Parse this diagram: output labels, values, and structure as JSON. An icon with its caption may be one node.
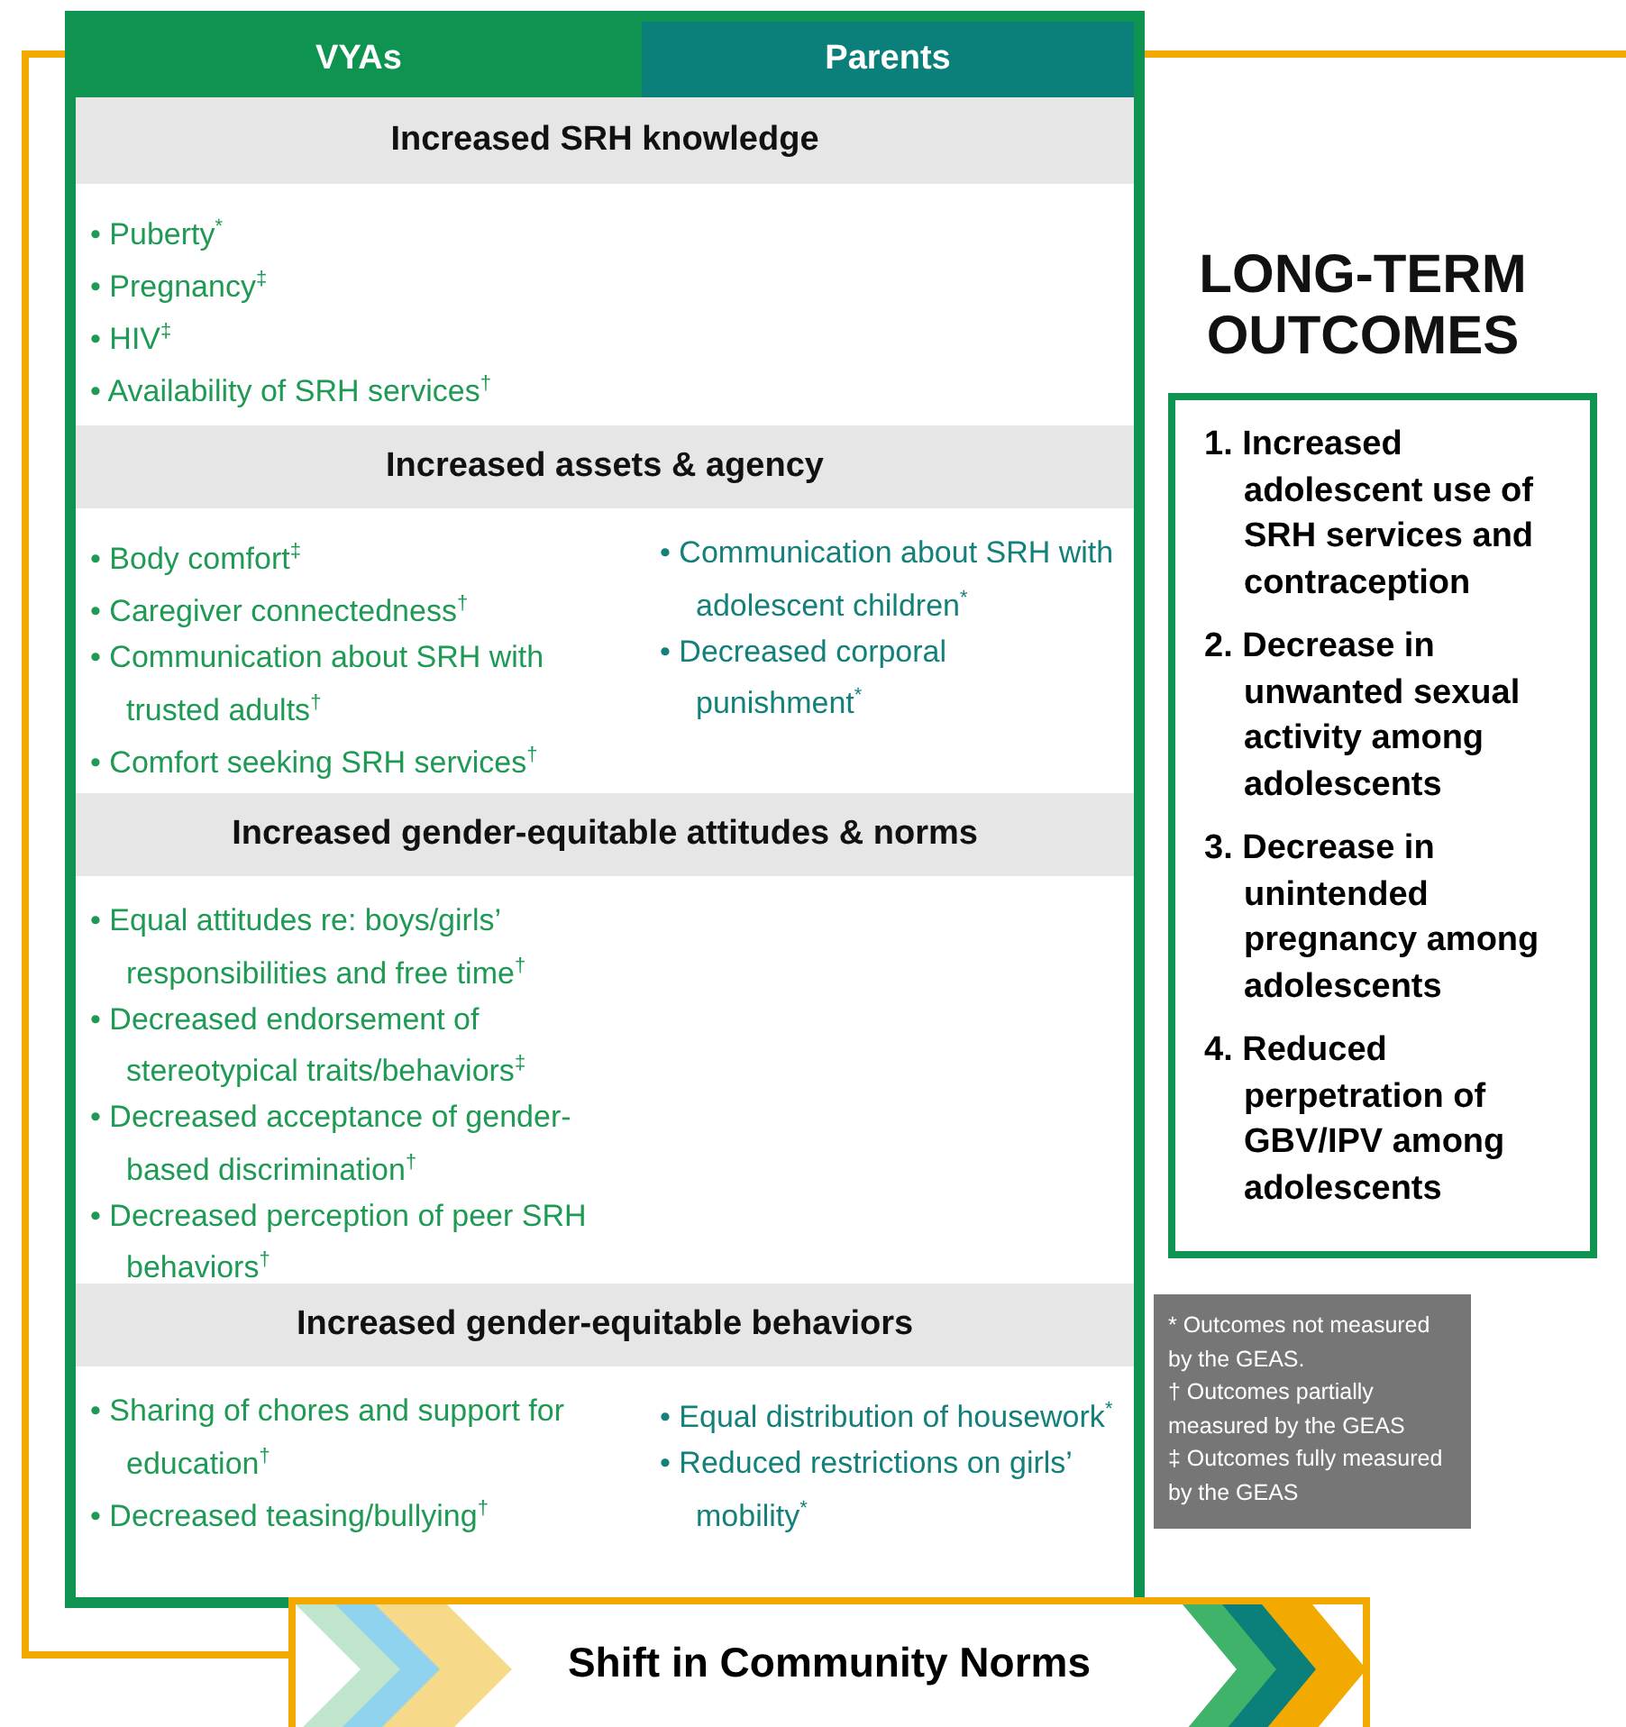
{
  "diagram": {
    "nodes": [
      {
        "text": [
          "VYAs"
        ]
      },
      {
        "text": [
          "Parents"
        ]
      },
      {
        "text": [
          "Increased SRH knowledge"
        ]
      },
      {
        "text": [
          "• Puberty$^{*}$",
          "• Pregnancy$^{‡}$",
          "• HIV$^{‡}$",
          "• Availability of SRH services$^{†}$"
        ]
      },
      {
        "text": [
          "Increased assets & agency"
        ]
      },
      {
        "text": [
          "• Body comfort$^{‡}$",
          "• Caregiver connectedness$^{†}$",
          "• Communication about SRH with trusted adults$^{†}$",
          "• Comfort seeking SRH services$^{†}$"
        ]
      },
      {
        "text": [
          "• Communication about SRH with adolescent children$^{*}$",
          "• Decreased corporal punishment$^{*}$"
        ]
      },
      {
        "text": [
          "Increased gender-equitable attitudes & norms"
        ]
      },
      {
        "text": [
          "• Equal attitudes re: boys/girls’ responsibilities and free time$^{†}$",
          "• Decreased endorsement of stereotypical traits/behaviors$^{‡}$",
          "• Decreased acceptance of gender-based discrimination$^{†}$",
          "• Decreased perception of peer SRH behaviors$^{†}$"
        ]
      },
      {
        "text": [
          "Increased gender-equitable behaviors"
        ]
      },
      {
        "text": [
          "• Sharing of chores and support for education$^{†}$",
          "• Decreased teasing/bullying$^{†}$"
        ]
      },
      {
        "text": [
          "• Equal distribution of housework$^{*}$",
          "• Reduced restrictions on girls’ mobility$^{*}$"
        ]
      },
      {
        "text": [
          "LONG-TERM OUTCOMES",
          "1. Increased adolescent use of SRH services and contraception",
          "2. Decrease in unwanted sexual activity among adolescents",
          "3. Decrease in unintended pregnancy among adolescents",
          "4. Reduced perpetration of GBV/IPV among adolescents"
        ]
      },
      {
        "text": [
          "* Outcomes not measured by the GEAS.",
          "† Outcomes partially measured by the GEAS",
          "‡ Outcomes fully measured by the GEAS"
        ]
      },
      {
        "text": [
          "Shift in Community Norms"
        ]
      }
    ]
  }
}
